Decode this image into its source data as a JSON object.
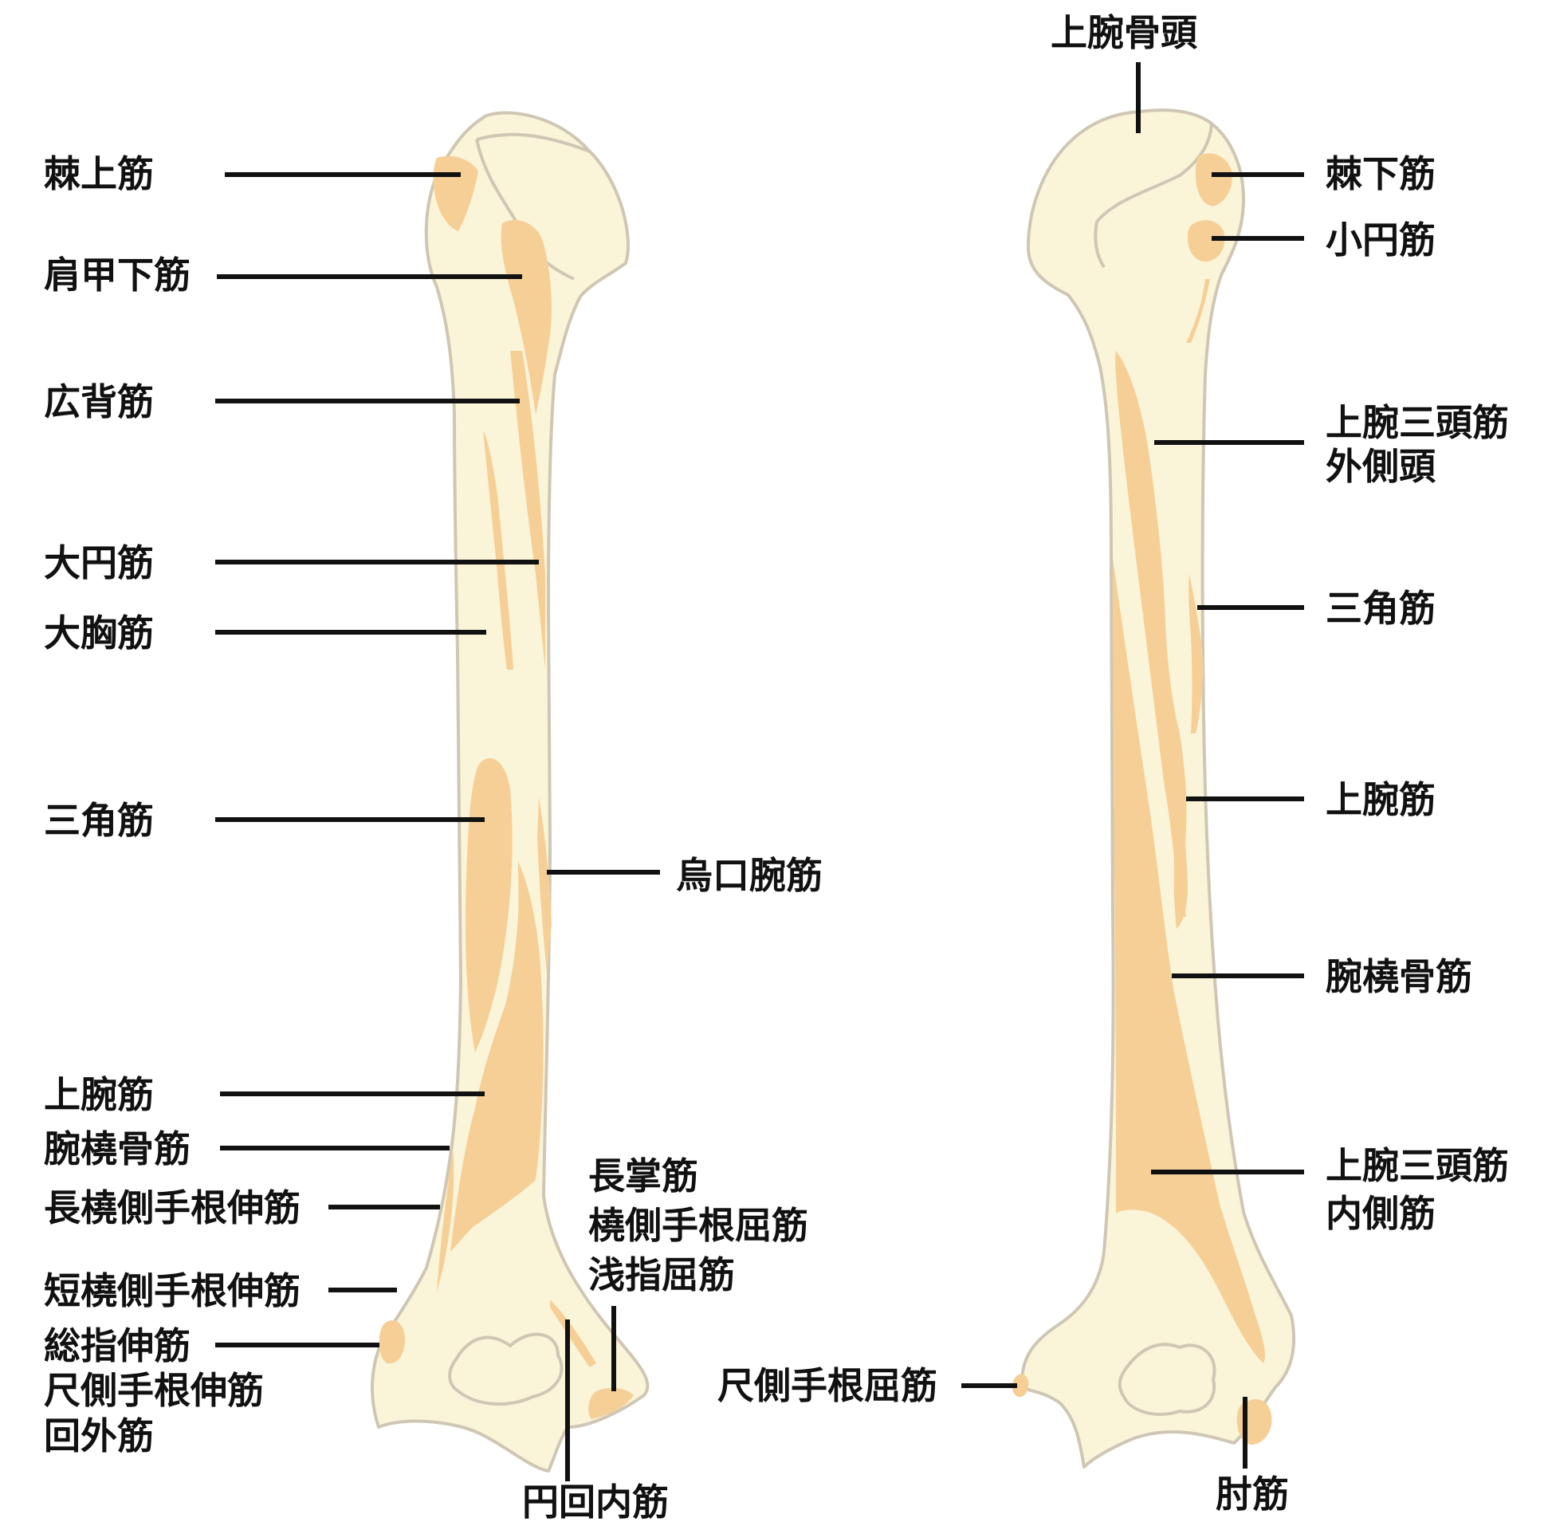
{
  "colors": {
    "bone_fill": "#faf4d8",
    "bone_outline": "#cfc7b4",
    "muscle_attachment": "#f6cf97",
    "label_text": "#111111",
    "leader_line": "#111111"
  },
  "anterior_view": {
    "labels": {
      "supraspinatus": "棘上筋",
      "subscapularis": "肩甲下筋",
      "latissimus_dorsi": "広背筋",
      "teres_major": "大円筋",
      "pectoralis_major": "大胸筋",
      "deltoid": "三角筋",
      "coracobrachialis": "烏口腕筋",
      "brachialis": "上腕筋",
      "brachioradialis": "腕橈骨筋",
      "ecr_longus": "長橈側手根伸筋",
      "ecr_brevis": "短橈側手根伸筋",
      "common_extensor": [
        "総指伸筋",
        "尺側手根伸筋",
        "回外筋"
      ],
      "common_flexor": [
        "長掌筋",
        "橈側手根屈筋",
        "浅指屈筋"
      ],
      "pronator_teres": "円回内筋"
    }
  },
  "posterior_view": {
    "labels": {
      "humeral_head": "上腕骨頭",
      "infraspinatus": "棘下筋",
      "teres_minor": "小円筋",
      "triceps_lateral": [
        "上腕三頭筋",
        "外側頭"
      ],
      "deltoid": "三角筋",
      "brachialis": "上腕筋",
      "brachioradialis": "腕橈骨筋",
      "triceps_medial": [
        "上腕三頭筋",
        "内側筋"
      ],
      "fcu": "尺側手根屈筋",
      "anconeus": "肘筋"
    }
  }
}
